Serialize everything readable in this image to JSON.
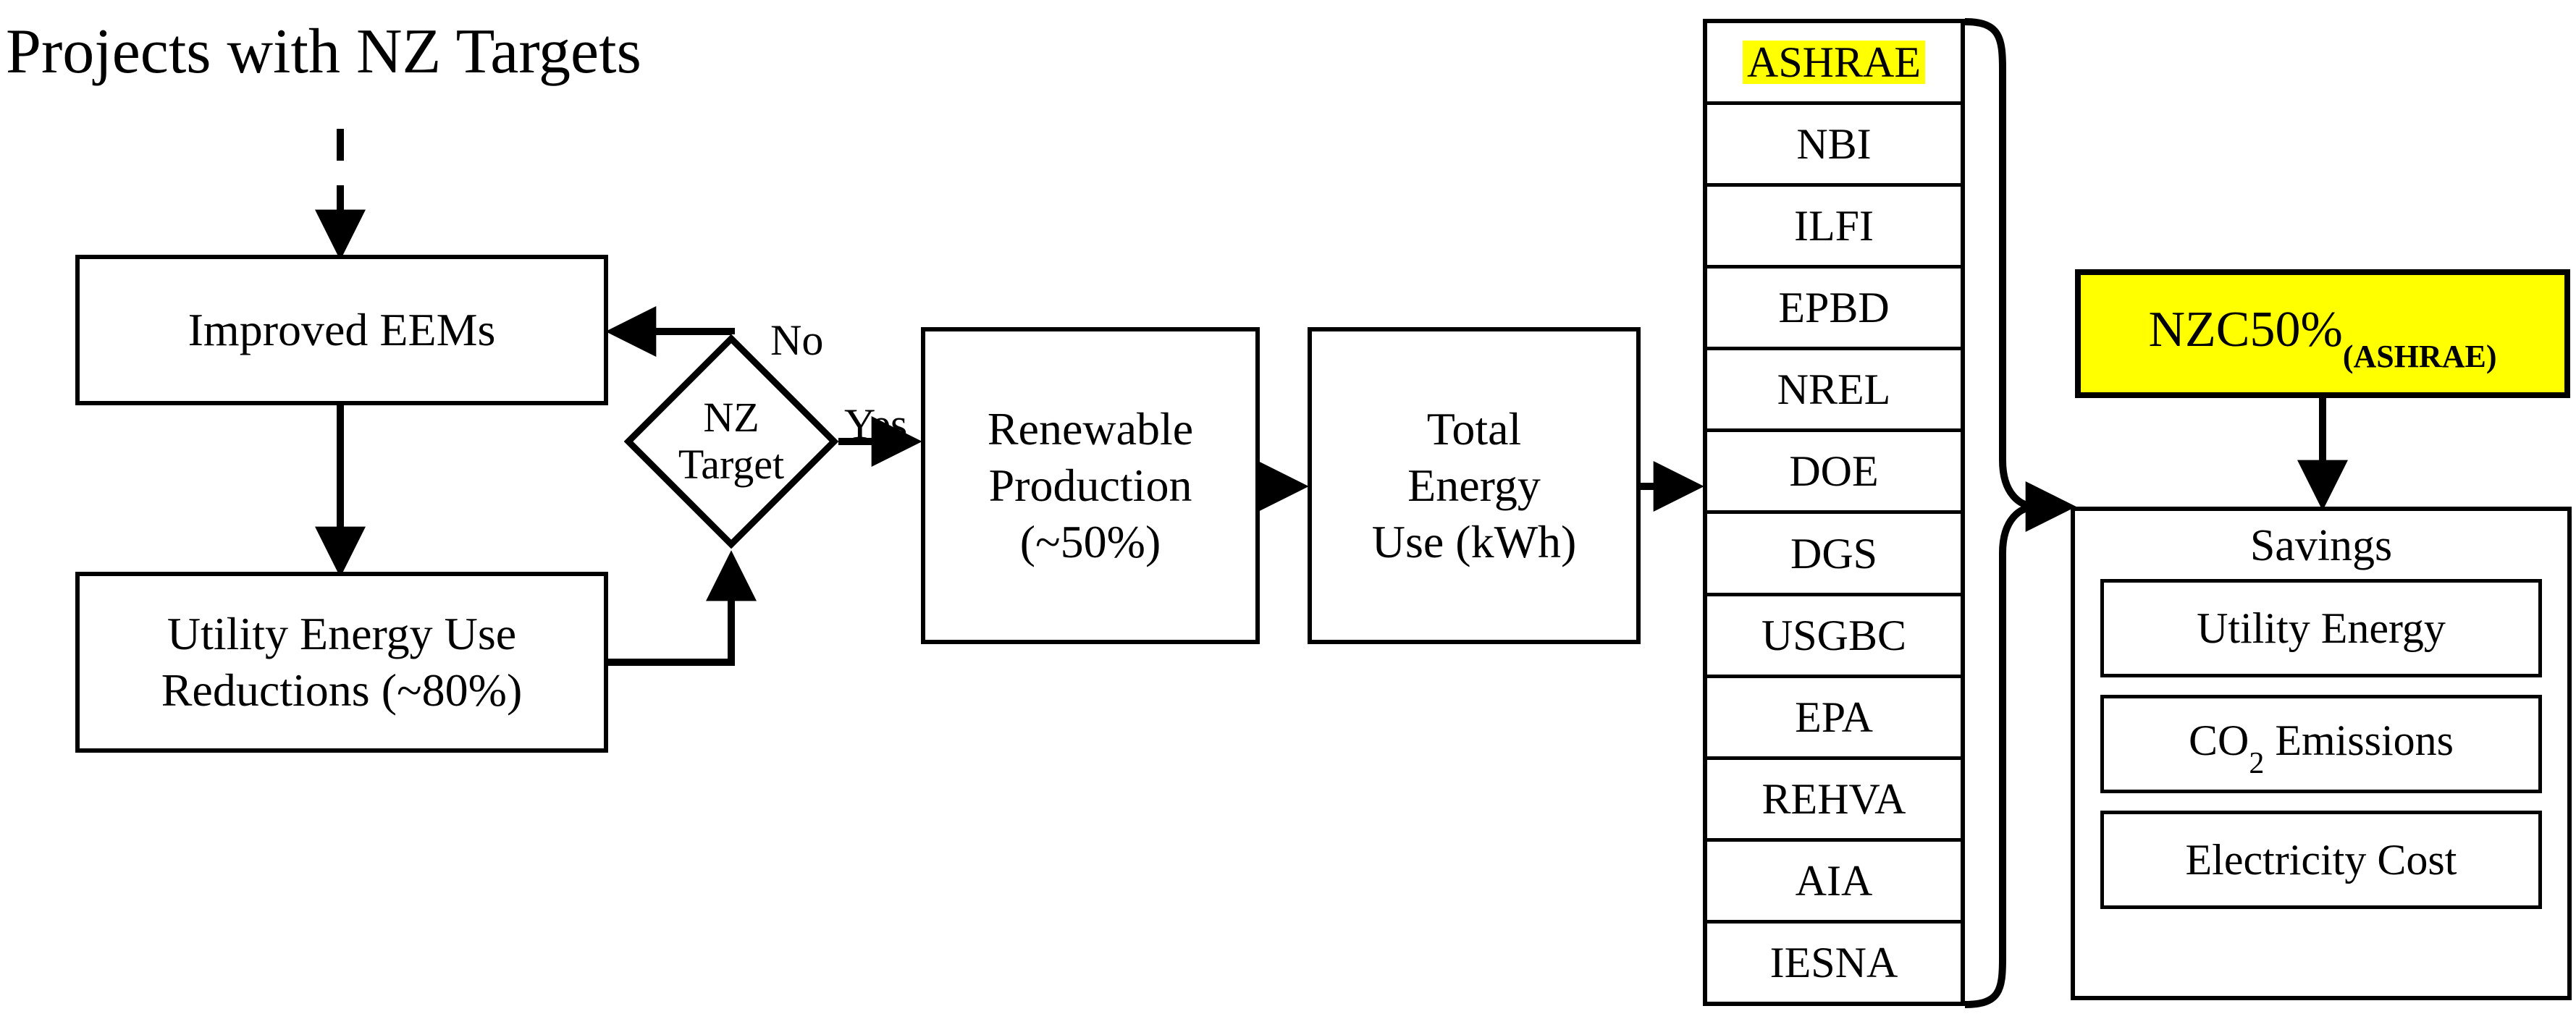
{
  "diagram": {
    "title": "Projects with NZ Targets",
    "nodes": {
      "improved_eems": "Improved EEMs",
      "utility_reductions_line1": "Utility Energy Use",
      "utility_reductions_line2": "Reductions (~80%)",
      "decision_line1": "NZ",
      "decision_line2": "Target",
      "renewable_line1": "Renewable",
      "renewable_line2": "Production",
      "renewable_line3": "(~50%)",
      "total_energy_line1": "Total",
      "total_energy_line2": "Energy",
      "total_energy_line3": "Use (kWh)"
    },
    "edge_labels": {
      "no": "No",
      "yes": "Yes"
    },
    "organizations": [
      {
        "name": "ASHRAE",
        "highlighted": true
      },
      {
        "name": "NBI",
        "highlighted": false
      },
      {
        "name": "ILFI",
        "highlighted": false
      },
      {
        "name": "EPBD",
        "highlighted": false
      },
      {
        "name": "NREL",
        "highlighted": false
      },
      {
        "name": "DOE",
        "highlighted": false
      },
      {
        "name": "DGS",
        "highlighted": false
      },
      {
        "name": "USGBC",
        "highlighted": false
      },
      {
        "name": "EPA",
        "highlighted": false
      },
      {
        "name": "REHVA",
        "highlighted": false
      },
      {
        "name": "AIA",
        "highlighted": false
      },
      {
        "name": "IESNA",
        "highlighted": false
      }
    ],
    "result": {
      "main": "NZC50%",
      "subscript": "(ASHRAE)"
    },
    "savings": {
      "title": "Savings",
      "items": [
        {
          "text": "Utility Energy",
          "sub": ""
        },
        {
          "text_before": "CO",
          "sub": "2",
          "text_after": " Emissions"
        },
        {
          "text": "Electricity Cost",
          "sub": ""
        }
      ],
      "item_0": "Utility Energy",
      "item_1_before": "CO",
      "item_1_sub": "2",
      "item_1_after": " Emissions",
      "item_2": "Electricity Cost"
    },
    "colors": {
      "highlight": "#ffff00",
      "stroke": "#000000",
      "background": "#ffffff"
    }
  }
}
